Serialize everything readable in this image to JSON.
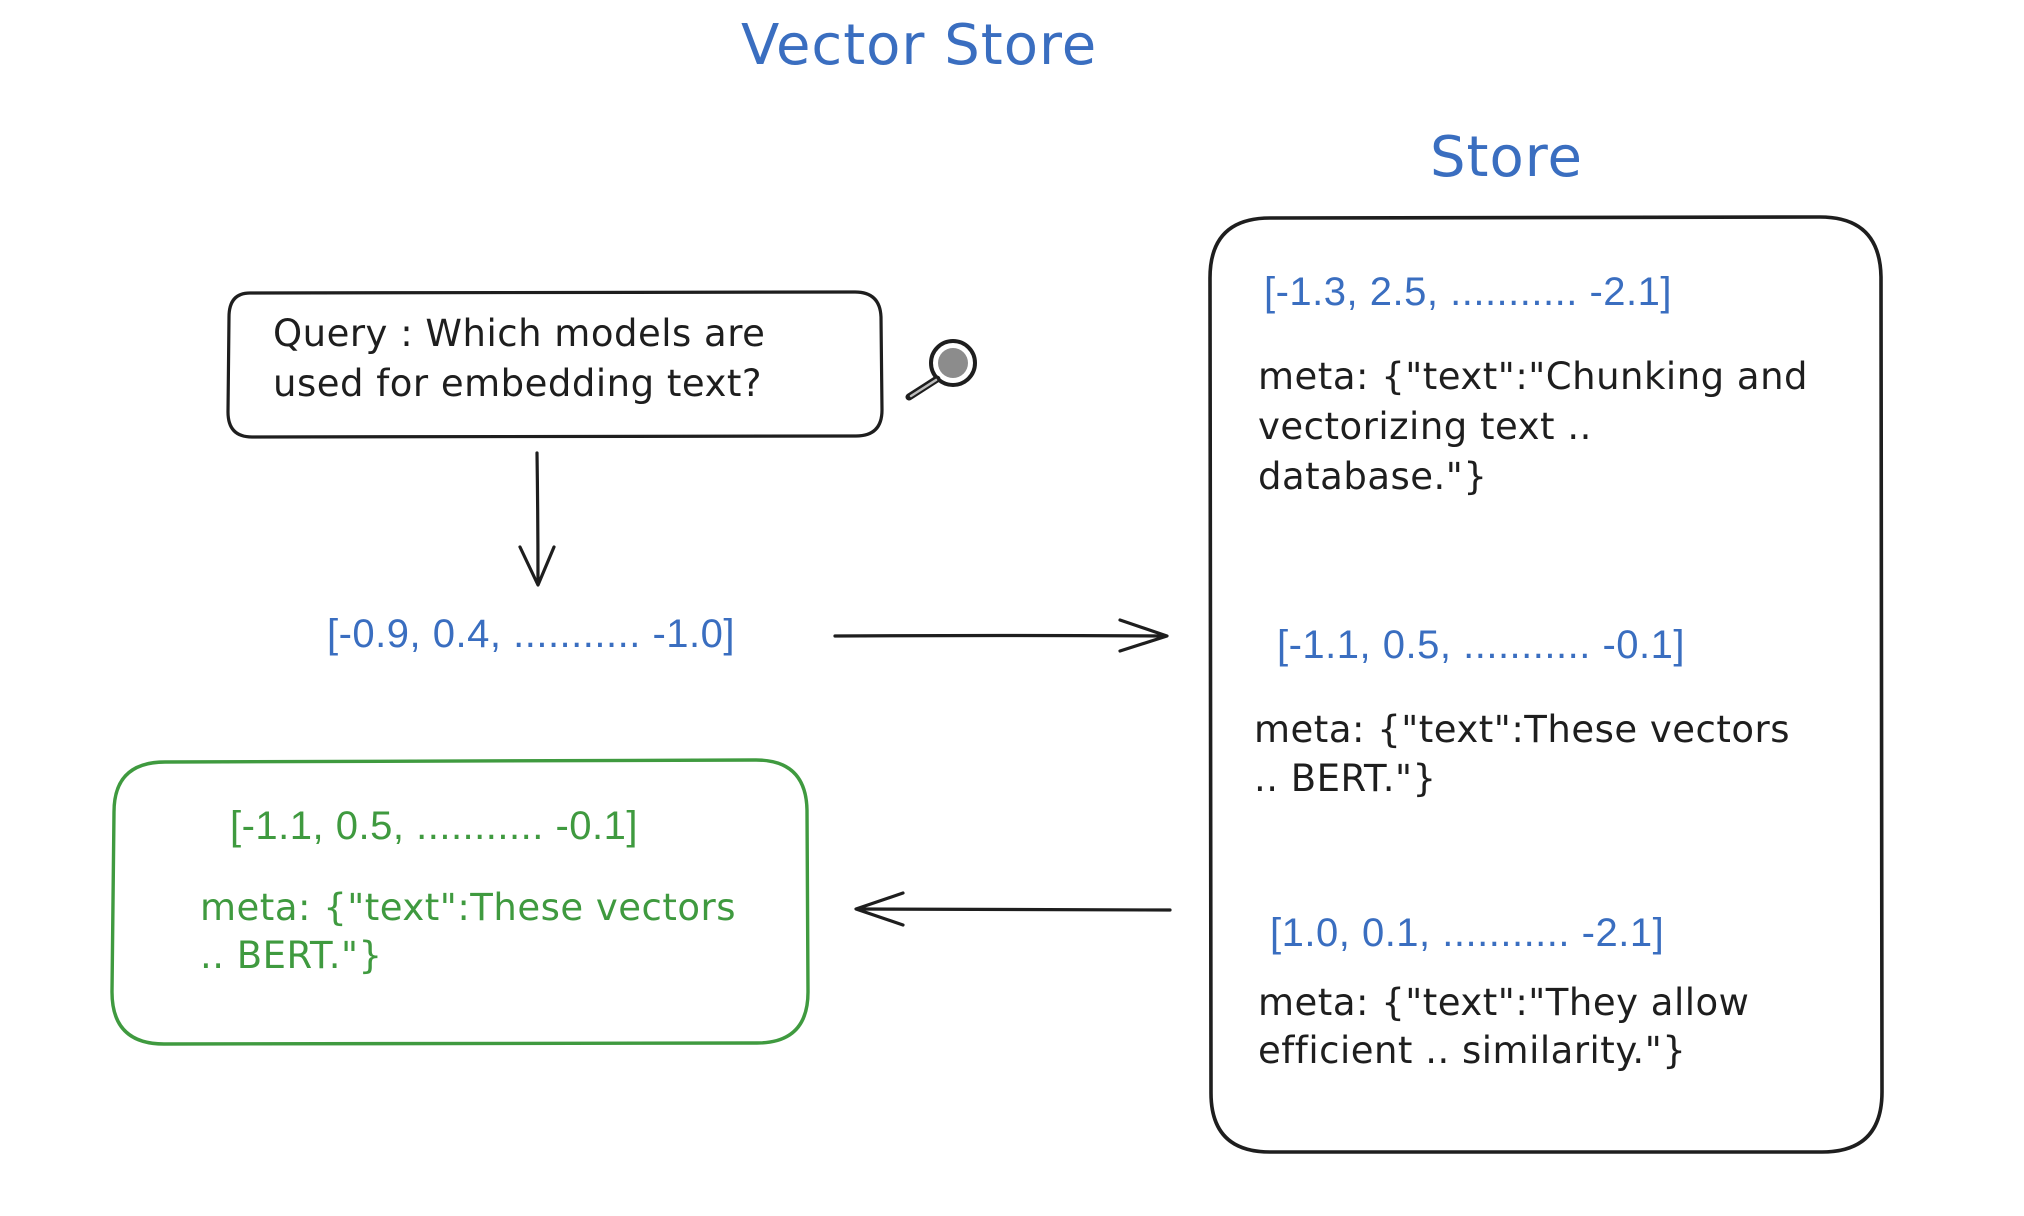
{
  "colors": {
    "blue": "#3a6ec0",
    "black": "#1e1e1e",
    "green": "#3f9a3f"
  },
  "title": "Vector Store",
  "query": {
    "line1": "Query : Which models are",
    "line2": "used for embedding text?",
    "icon": "magnifier-icon"
  },
  "query_vector": "[-0.9, 0.4, ........... -1.0]",
  "result": {
    "vector": "[-1.1, 0.5, ........... -0.1]",
    "meta_line1": "meta: {\"text\":These vectors",
    "meta_line2": ".. BERT.\"}"
  },
  "store": {
    "label": "Store",
    "entries": [
      {
        "vector": "[-1.3, 2.5, ........... -2.1]",
        "meta_lines": [
          "meta: {\"text\":\"Chunking and",
          "vectorizing text ..",
          "database.\"}"
        ]
      },
      {
        "vector": "[-1.1, 0.5, ........... -0.1]",
        "meta_lines": [
          "meta: {\"text\":These vectors",
          ".. BERT.\"}"
        ]
      },
      {
        "vector": "[1.0, 0.1, ........... -2.1]",
        "meta_lines": [
          "meta: {\"text\":\"They allow",
          "efficient .. similarity.\"}"
        ]
      }
    ]
  }
}
